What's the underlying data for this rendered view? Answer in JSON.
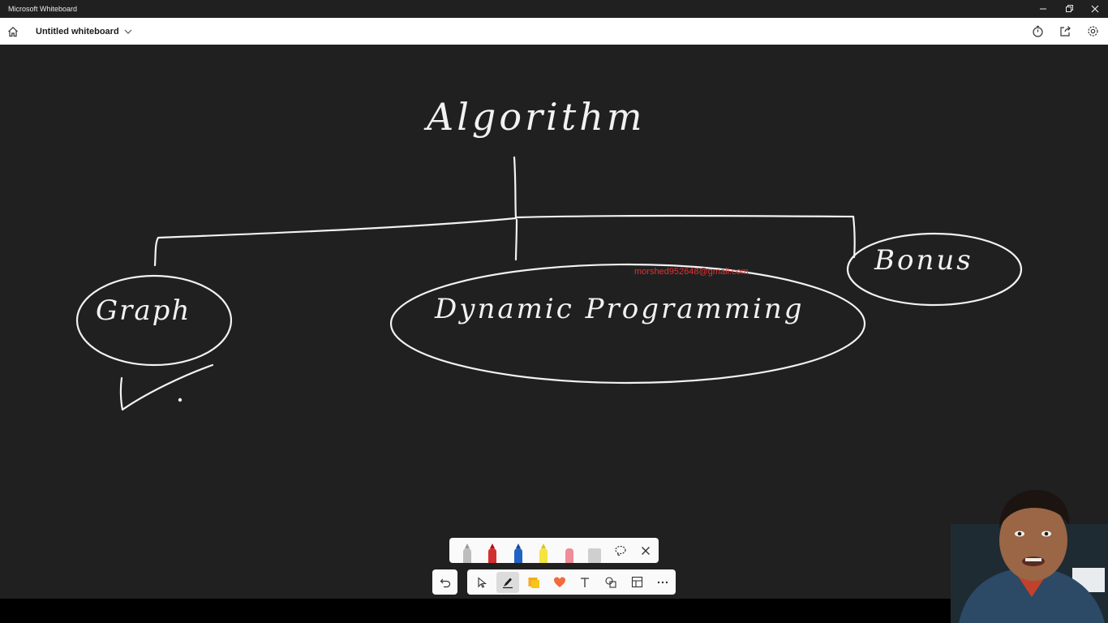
{
  "window": {
    "app_title": "Microsoft Whiteboard"
  },
  "header": {
    "board_title": "Untitled whiteboard"
  },
  "canvas": {
    "root_label": "Algorithm",
    "nodes": [
      "Graph",
      "Dynamic Programming",
      "Bonus"
    ],
    "watermark": "morshed952648@gmail.com"
  },
  "icons": {
    "home": "home-icon",
    "timer": "timer-icon",
    "share": "share-icon",
    "settings": "gear-icon",
    "undo": "undo-icon",
    "select": "pointer-icon",
    "pen": "pen-icon",
    "sticky": "sticky-note-icon",
    "reactions": "heart-icon",
    "text": "text-icon",
    "shapes": "shapes-icon",
    "templates": "templates-icon",
    "more": "more-icon",
    "lasso": "lasso-icon",
    "close": "close-icon"
  },
  "pens": [
    {
      "name": "pencil",
      "color": "#bdbdbd"
    },
    {
      "name": "red-pen",
      "color": "#d32f2f"
    },
    {
      "name": "blue-pen",
      "color": "#1e63c4"
    },
    {
      "name": "highlighter",
      "color": "#f5e342"
    },
    {
      "name": "pink-pen",
      "color": "#f08c98"
    },
    {
      "name": "ruler",
      "color": "#cfcfcf"
    }
  ]
}
